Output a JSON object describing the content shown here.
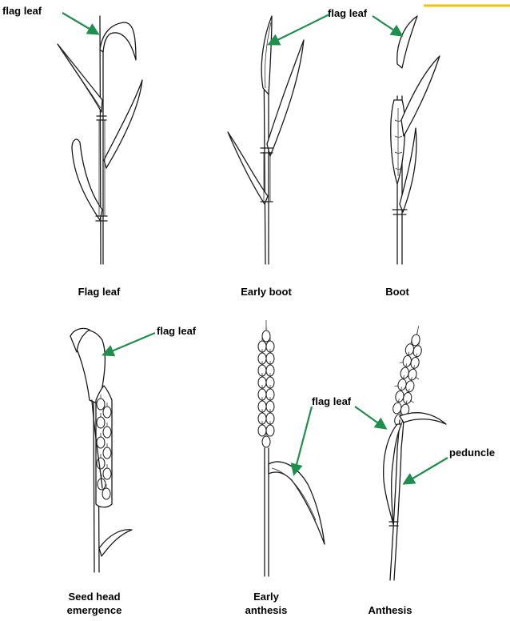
{
  "colors": {
    "arrow": "#1f8f4e",
    "accent_bar": "#f2c200",
    "ink": "#1a1a1a"
  },
  "annotations": {
    "flag_leaf": "flag leaf",
    "peduncle": "peduncle"
  },
  "stages": [
    {
      "id": "flag-leaf",
      "caption": [
        "Flag leaf"
      ]
    },
    {
      "id": "early-boot",
      "caption": [
        "Early boot"
      ]
    },
    {
      "id": "boot",
      "caption": [
        "Boot"
      ]
    },
    {
      "id": "seed-head-emergence",
      "caption": [
        "Seed head",
        "emergence"
      ]
    },
    {
      "id": "early-anthesis",
      "caption": [
        "Early",
        "anthesis"
      ]
    },
    {
      "id": "anthesis",
      "caption": [
        "Anthesis"
      ]
    }
  ]
}
